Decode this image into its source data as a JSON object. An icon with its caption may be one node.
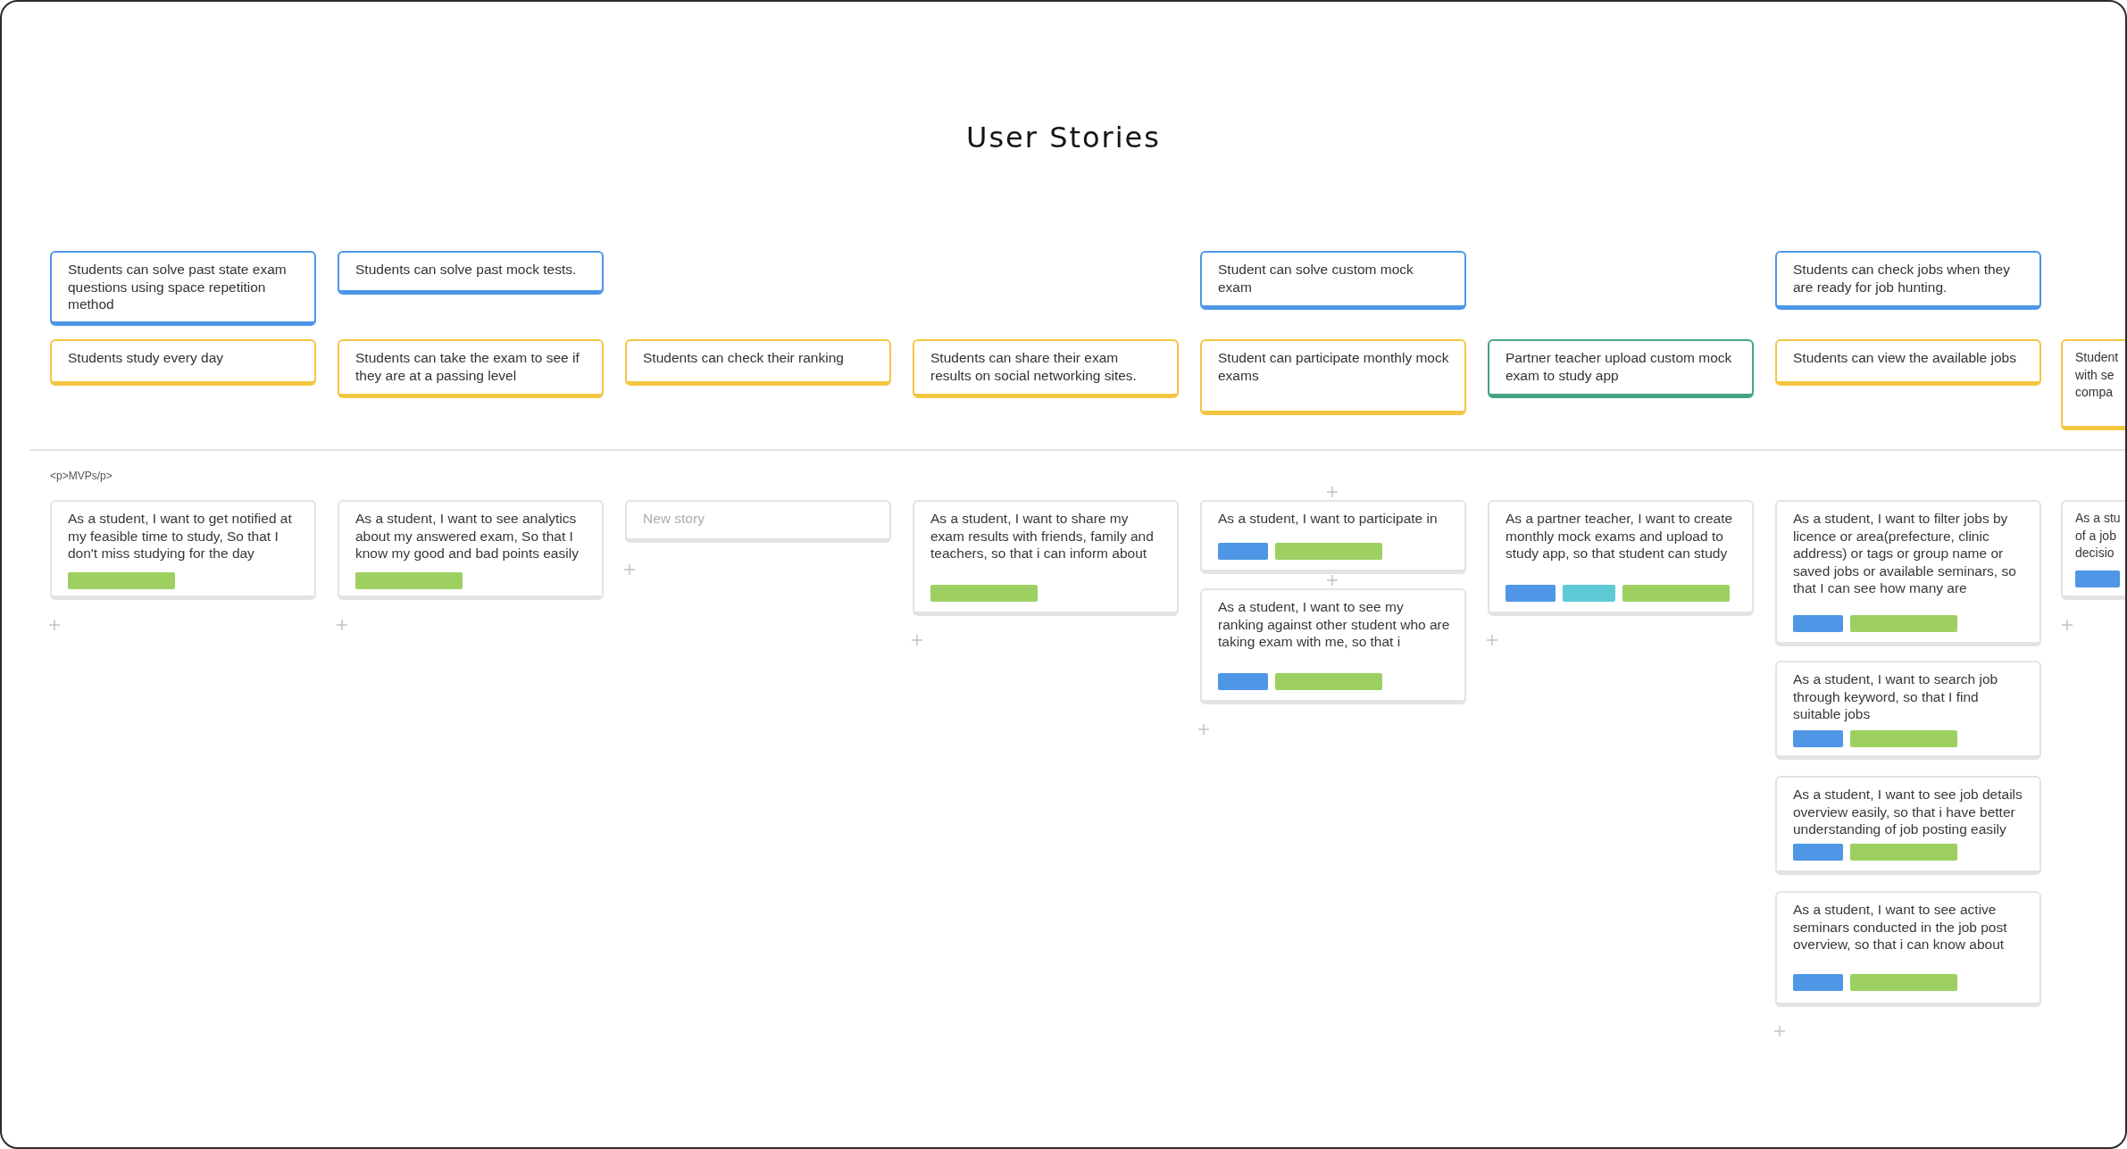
{
  "diagram": {
    "title": "User Stories",
    "nodes": [
      {
        "text": [
          "Students can solve past state exam questions using space repetition method"
        ]
      },
      {
        "text": [
          "Students can solve past mock tests."
        ]
      },
      {
        "text": [
          "Student can solve custom mock exam"
        ]
      },
      {
        "text": [
          "Students can check jobs when they are ready for job hunting."
        ]
      },
      {
        "text": [
          "Students study every day"
        ]
      },
      {
        "text": [
          "Students can take the exam to see if they are at a passing level"
        ]
      },
      {
        "text": [
          "Students can check their ranking"
        ]
      },
      {
        "text": [
          "Students can share their exam results on social networking sites."
        ]
      },
      {
        "text": [
          "Student can participate monthly mock exams"
        ]
      },
      {
        "text": [
          "Partner teacher upload custom mock exam to study app"
        ]
      },
      {
        "text": [
          "Students can view the available jobs"
        ]
      },
      {
        "text": [
          "Student with se compa"
        ]
      },
      {
        "text": [
          "As a student, I want to get notified at my feasible time to study, So that I don't miss studying for the day"
        ]
      },
      {
        "text": [
          "As a student, I want to see analytics about my answered exam, So that I know my good and bad points easily"
        ]
      },
      {
        "text": [
          "New story"
        ]
      },
      {
        "text": [
          "As a student, I want to share my exam results with friends, family and teachers, so that i can inform about"
        ]
      },
      {
        "text": [
          "As a student, I want to participate in"
        ]
      },
      {
        "text": [
          "As a student, I want to see my ranking against other student who are taking exam with me, so that i"
        ]
      },
      {
        "text": [
          "As a partner teacher, I want to create monthly mock exams and upload to study app, so that student can study"
        ]
      },
      {
        "text": [
          "As a student, I want to filter jobs by licence or area(prefecture, clinic address) or tags or group name or saved jobs or available seminars, so that I can see how many are"
        ]
      },
      {
        "text": [
          "As a student, I want to search job through keyword, so that I find suitable jobs"
        ]
      },
      {
        "text": [
          "As a student, I want to see job details overview easily, so that i have better understanding of job posting easily"
        ]
      },
      {
        "text": [
          "As a student, I want to see active seminars conducted in the job post overview, so that i can know about"
        ]
      },
      {
        "text": [
          "As a stu of a job decisio"
        ]
      }
    ],
    "labels": [
      "<p>MVPs/p>"
    ]
  }
}
